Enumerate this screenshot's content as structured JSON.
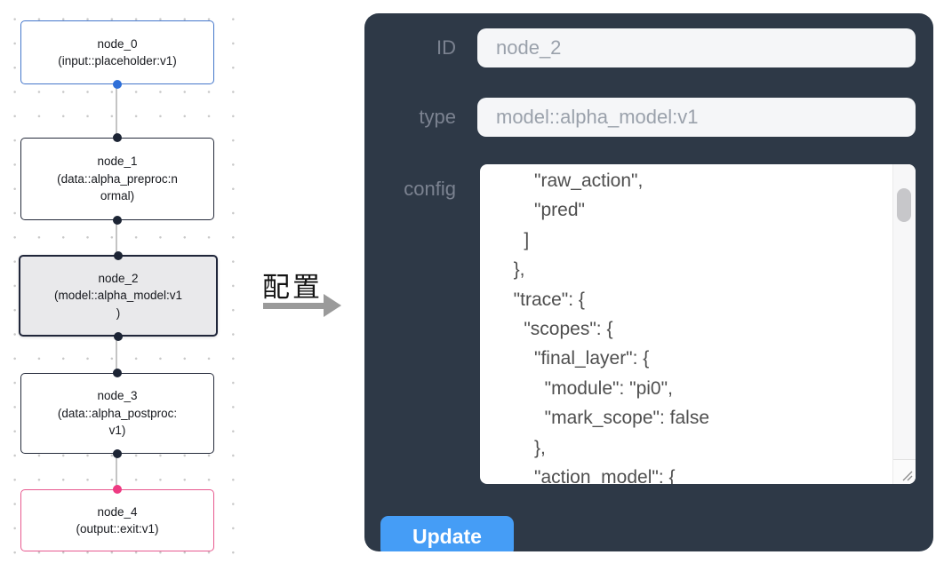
{
  "flow": {
    "nodes": [
      {
        "id": "node_0",
        "type_label": "(input::placeholder:v1)",
        "lines": [
          "node_0",
          "(input::placeholder:v1)"
        ]
      },
      {
        "id": "node_1",
        "type_label": "(data::alpha_preproc:normal)",
        "lines": [
          "node_1",
          "(data::alpha_preproc:n",
          "ormal)"
        ]
      },
      {
        "id": "node_2",
        "type_label": "(model::alpha_model:v1)",
        "lines": [
          "node_2",
          "(model::alpha_model:v1",
          ")"
        ]
      },
      {
        "id": "node_3",
        "type_label": "(data::alpha_postproc:v1)",
        "lines": [
          "node_3",
          "(data::alpha_postproc:",
          "v1)"
        ]
      },
      {
        "id": "node_4",
        "type_label": "(output::exit:v1)",
        "lines": [
          "node_4",
          "(output::exit:v1)"
        ]
      }
    ],
    "edges": [
      {
        "from": "node_0",
        "to": "node_1"
      },
      {
        "from": "node_1",
        "to": "node_2"
      },
      {
        "from": "node_2",
        "to": "node_3"
      },
      {
        "from": "node_3",
        "to": "node_4"
      }
    ],
    "selected_node": "node_2"
  },
  "annotation": {
    "label": "配置"
  },
  "panel": {
    "fields": {
      "id": {
        "label": "ID",
        "value": "node_2"
      },
      "type": {
        "label": "type",
        "value": "model::alpha_model:v1"
      }
    },
    "config": {
      "label": "config",
      "visible_text": "      \"raw_action\",\n      \"pred\"\n    ]\n  },\n  \"trace\": {\n    \"scopes\": {\n      \"final_layer\": {\n        \"module\": \"pi0\",\n        \"mark_scope\": false\n      },\n      \"action_model\": {"
    },
    "update_button": "Update"
  },
  "colors": {
    "panel_bg": "#2e3947",
    "accent_blue": "#459df6",
    "node_input_border": "#4577cb",
    "node_output_border": "#e7598f",
    "node_default_border": "#252b3b",
    "selected_node_bg": "#e9e9eb",
    "port_dark": "#1c2434",
    "port_blue": "#2e6fd8",
    "port_pink": "#ee3a82",
    "edge": "#c4c4c4"
  }
}
